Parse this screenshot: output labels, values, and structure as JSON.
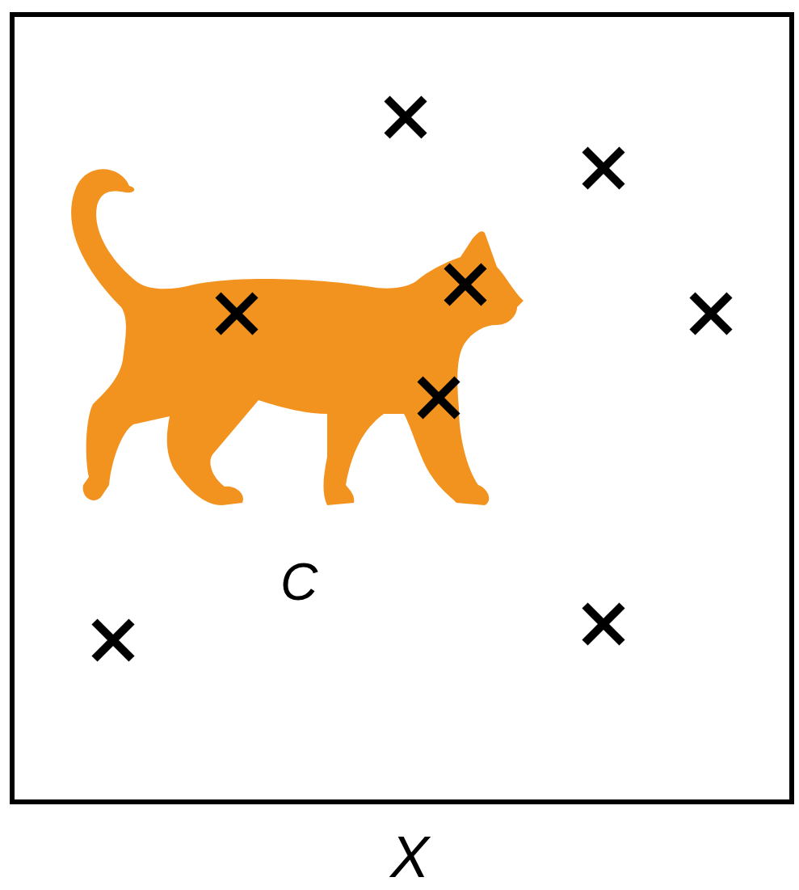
{
  "diagram": {
    "nodes": [
      {
        "text": [
          "X"
        ]
      },
      {
        "text": [
          "C"
        ],
        "in": 0
      }
    ]
  }
}
